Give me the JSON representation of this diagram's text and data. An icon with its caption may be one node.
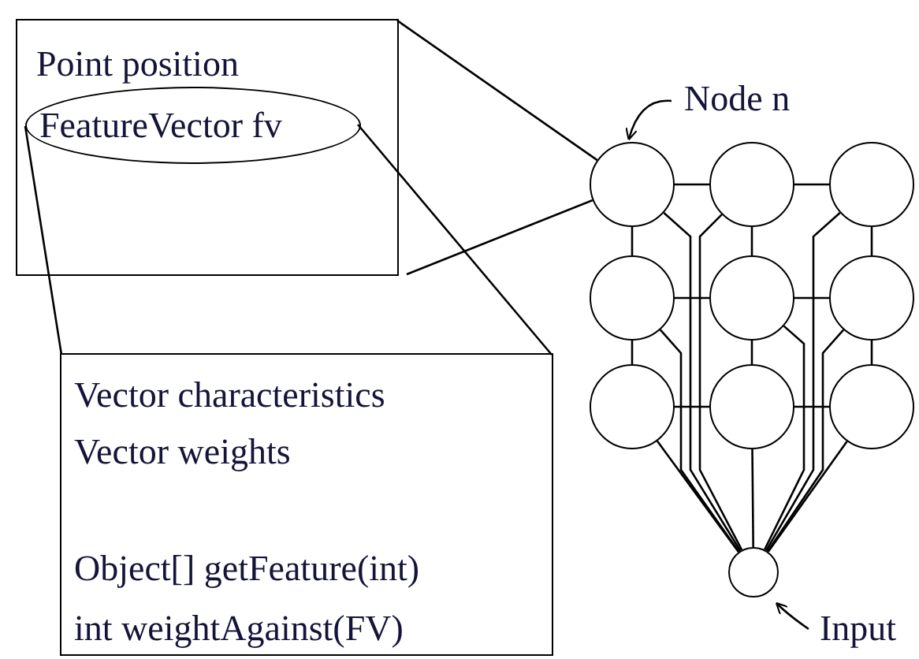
{
  "diagram": {
    "nodes": [
      {
        "text": [
          "Point position"
        ]
      },
      {
        "text": [
          "FeatureVector fv"
        ],
        "in": 0
      },
      {
        "text": [
          "Vector characteristics",
          "Vector weights",
          "Object[] getFeature(int)",
          "int weightAgainst(FV)"
        ]
      },
      {
        "text": [],
        "shape": "circle"
      },
      {
        "text": [],
        "shape": "circle"
      },
      {
        "text": [],
        "shape": "circle"
      },
      {
        "text": [],
        "shape": "circle"
      },
      {
        "text": [],
        "shape": "circle"
      },
      {
        "text": [],
        "shape": "circle"
      },
      {
        "text": [],
        "shape": "circle"
      },
      {
        "text": [],
        "shape": "circle"
      },
      {
        "text": [],
        "shape": "circle"
      },
      {
        "text": [],
        "shape": "circle"
      },
      {
        "text": [
          "Node n"
        ]
      },
      {
        "text": [
          "Input"
        ]
      }
    ],
    "edges": [
      {
        "from": 0,
        "to": 3,
        "arrow": "none"
      },
      {
        "from": 0,
        "to": 3,
        "arrow": "none"
      },
      {
        "from": 1,
        "to": 2,
        "arrow": "none"
      },
      {
        "from": 1,
        "to": 2,
        "arrow": "none"
      },
      {
        "from": 13,
        "to": 3,
        "arrow": "to"
      },
      {
        "from": 14,
        "to": 12,
        "arrow": "to"
      },
      {
        "from": 3,
        "to": 4,
        "arrow": "none"
      },
      {
        "from": 4,
        "to": 5,
        "arrow": "none"
      },
      {
        "from": 6,
        "to": 7,
        "arrow": "none"
      },
      {
        "from": 7,
        "to": 8,
        "arrow": "none"
      },
      {
        "from": 9,
        "to": 10,
        "arrow": "none"
      },
      {
        "from": 10,
        "to": 11,
        "arrow": "none"
      },
      {
        "from": 3,
        "to": 6,
        "arrow": "none"
      },
      {
        "from": 6,
        "to": 9,
        "arrow": "none"
      },
      {
        "from": 4,
        "to": 7,
        "arrow": "none"
      },
      {
        "from": 7,
        "to": 10,
        "arrow": "none"
      },
      {
        "from": 5,
        "to": 8,
        "arrow": "none"
      },
      {
        "from": 8,
        "to": 11,
        "arrow": "none"
      },
      {
        "from": 12,
        "to": 3,
        "arrow": "none"
      },
      {
        "from": 12,
        "to": 4,
        "arrow": "none"
      },
      {
        "from": 12,
        "to": 5,
        "arrow": "none"
      },
      {
        "from": 12,
        "to": 6,
        "arrow": "none"
      },
      {
        "from": 12,
        "to": 7,
        "arrow": "none"
      },
      {
        "from": 12,
        "to": 8,
        "arrow": "none"
      },
      {
        "from": 12,
        "to": 9,
        "arrow": "none"
      },
      {
        "from": 12,
        "to": 10,
        "arrow": "none"
      },
      {
        "from": 12,
        "to": 11,
        "arrow": "none"
      }
    ]
  }
}
